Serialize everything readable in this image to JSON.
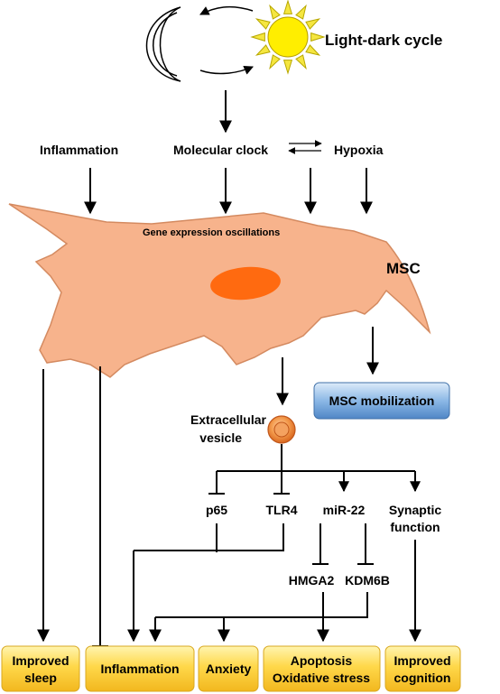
{
  "top": {
    "light_dark_cycle": "Light-dark cycle"
  },
  "inputs": {
    "inflammation": "Inflammation",
    "molecular_clock": "Molecular clock",
    "hypoxia": "Hypoxia"
  },
  "cell": {
    "gene_expression": "Gene expression oscillations",
    "msc": "MSC",
    "mobilization": "MSC mobilization"
  },
  "vesicle": {
    "line1": "Extracellular",
    "line2": "vesicle"
  },
  "targets": {
    "p65": "p65",
    "tlr4": "TLR4",
    "mir22": "miR-22",
    "synaptic_line1": "Synaptic",
    "synaptic_line2": "function",
    "hmga2": "HMGA2",
    "kdm6b": "KDM6B"
  },
  "outcomes": {
    "improved_sleep_1": "Improved",
    "improved_sleep_2": "sleep",
    "inflammation": "Inflammation",
    "anxiety": "Anxiety",
    "apoptosis": "Apoptosis",
    "oxidative_stress": "Oxidative stress",
    "improved_cognition_1": "Improved",
    "improved_cognition_2": "cognition"
  },
  "colors": {
    "sun": "#FFEE00",
    "sun_rays": "#F5E640",
    "cell_fill": "#F7B38C",
    "nucleus": "#FF6A10",
    "outcome_box": "#FFD84A",
    "mobilization_box": "#7FAFE0",
    "vesicle": "#F08A3C"
  }
}
